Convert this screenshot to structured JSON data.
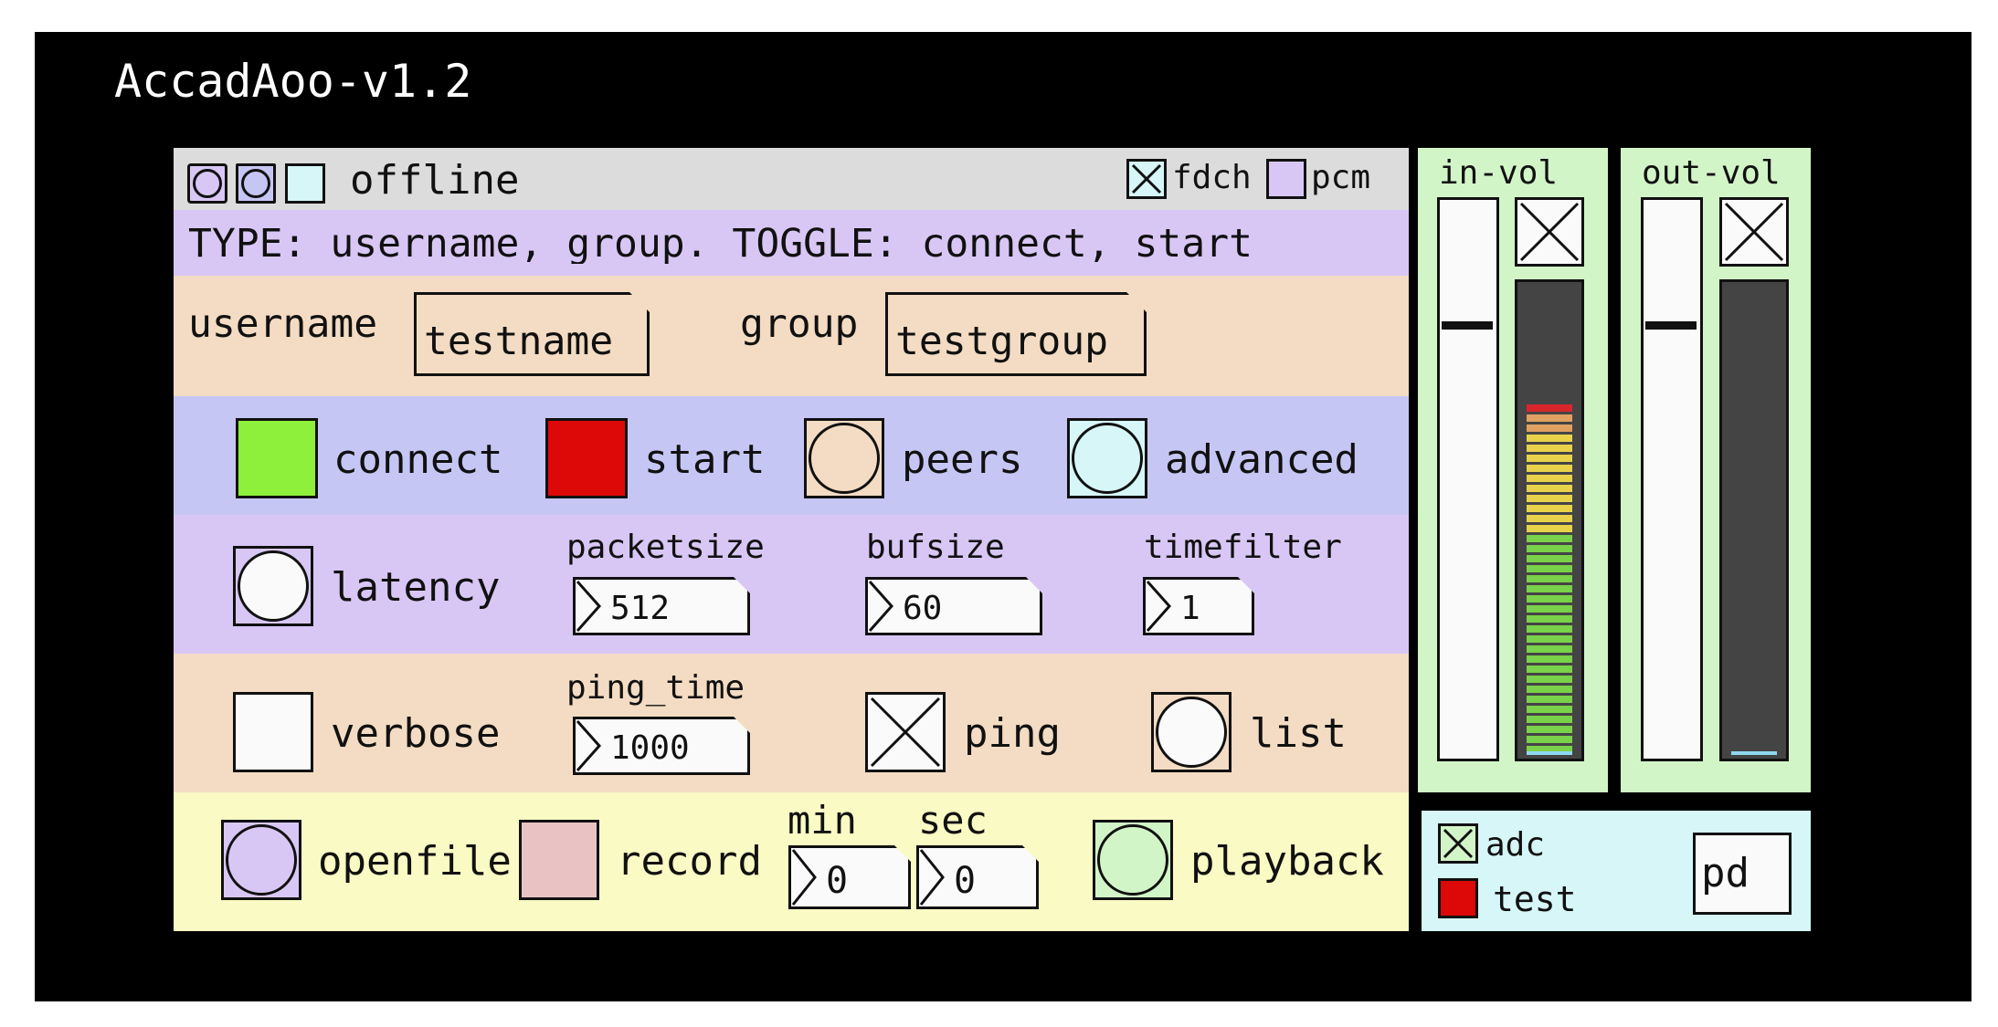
{
  "app": {
    "title": "AccadAoo-v1.2"
  },
  "status_bar": {
    "status": "offline",
    "fdch_label": "fdch",
    "pcm_label": "pcm",
    "fdch_checked": true,
    "pcm_checked": false
  },
  "instructions": "TYPE: username, group. TOGGLE: connect, start",
  "login": {
    "username_label": "username",
    "username_value": "testname",
    "group_label": "group",
    "group_value": "testgroup"
  },
  "controls": {
    "connect_label": "connect",
    "start_label": "start",
    "peers_label": "peers",
    "advanced_label": "advanced"
  },
  "network": {
    "latency_label": "latency",
    "packetsize_label": "packetsize",
    "packetsize_value": "512",
    "bufsize_label": "bufsize",
    "bufsize_value": "60",
    "timefilter_label": "timefilter",
    "timefilter_value": "1"
  },
  "debug": {
    "verbose_label": "verbose",
    "ping_time_label": "ping_time",
    "ping_time_value": "1000",
    "ping_label": "ping",
    "ping_checked": true,
    "list_label": "list"
  },
  "recording": {
    "openfile_label": "openfile",
    "record_label": "record",
    "min_label": "min",
    "min_value": "0",
    "sec_label": "sec",
    "sec_value": "0",
    "playback_label": "playback"
  },
  "in_vol": {
    "label": "in-vol",
    "level": 0.78,
    "muted_checked": true,
    "meter_level": 0.87
  },
  "out_vol": {
    "label": "out-vol",
    "level": 0.78,
    "muted_checked": true,
    "meter_level": 0.0
  },
  "audio": {
    "adc_label": "adc",
    "adc_checked": true,
    "test_label": "test",
    "pd_label": "pd"
  },
  "colors": {
    "connect": "#8ef03a",
    "start": "#dd0808",
    "peers": "#f3dcc3",
    "advanced": "#d6f6f8",
    "openfile": "#d8c7f5",
    "record": "#e9c3c3",
    "playback": "#d2f5c8"
  },
  "icons": {
    "status_circles": [
      "circle-toggle-icon",
      "circle-toggle-icon",
      "square-toggle-icon"
    ],
    "number_box": "right-triangle-icon",
    "checked": "x-mark-icon"
  }
}
